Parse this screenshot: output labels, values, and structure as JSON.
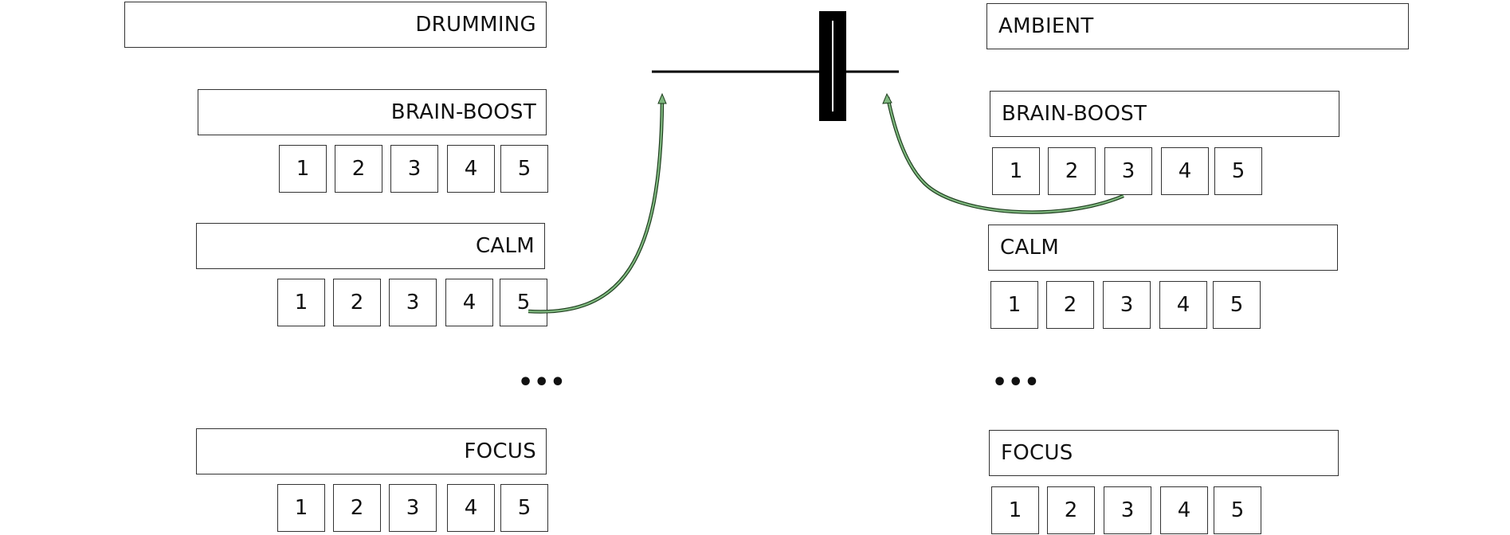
{
  "left_column": {
    "header": "DRUMMING",
    "categories": [
      {
        "label": "BRAIN-BOOST",
        "levels": [
          "1",
          "2",
          "3",
          "4",
          "5"
        ]
      },
      {
        "label": "CALM",
        "levels": [
          "1",
          "2",
          "3",
          "4",
          "5"
        ]
      },
      {
        "label": "FOCUS",
        "levels": [
          "1",
          "2",
          "3",
          "4",
          "5"
        ]
      }
    ],
    "ellipsis": "•••"
  },
  "right_column": {
    "header": "AMBIENT",
    "categories": [
      {
        "label": "BRAIN-BOOST",
        "levels": [
          "1",
          "2",
          "3",
          "4",
          "5"
        ]
      },
      {
        "label": "CALM",
        "levels": [
          "1",
          "2",
          "3",
          "4",
          "5"
        ]
      },
      {
        "label": "FOCUS",
        "levels": [
          "1",
          "2",
          "3",
          "4",
          "5"
        ]
      }
    ],
    "ellipsis": "•••"
  },
  "mixer": {
    "icon": "crossfader-slider-icon"
  },
  "connections": {
    "arrow_color": "#2f6b2f",
    "from_left": "CALM 5",
    "from_right": "BRAIN-BOOST 3"
  }
}
